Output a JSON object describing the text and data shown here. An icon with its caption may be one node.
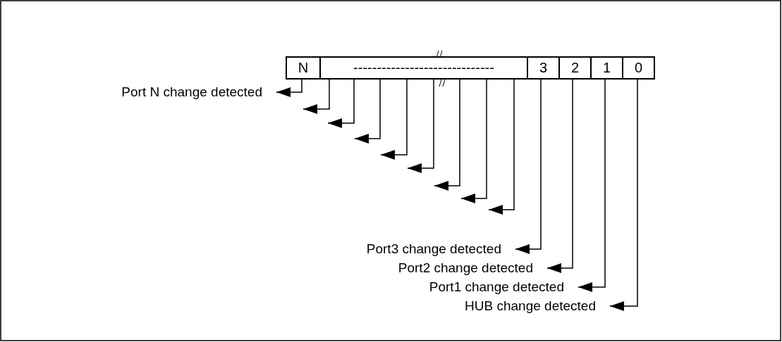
{
  "diagram": {
    "nodes": [
      {
        "text": [
          "N"
        ]
      },
      {
        "text": [
          "------------------------------"
        ]
      },
      {
        "text": [
          "3"
        ]
      },
      {
        "text": [
          "2"
        ]
      },
      {
        "text": [
          "1"
        ]
      },
      {
        "text": [
          "0"
        ]
      },
      {
        "text": [
          "Port N change detected"
        ]
      },
      {
        "text": [
          "Port3 change detected"
        ]
      },
      {
        "text": [
          "Port2 change detected"
        ]
      },
      {
        "text": [
          "Port1 change detected"
        ]
      },
      {
        "text": [
          "HUB change detected"
        ]
      }
    ],
    "edges": [
      {
        "from": 0,
        "to": 6,
        "arrow": "to"
      },
      {
        "from": 1,
        "to": null,
        "arrow": "to"
      },
      {
        "from": 1,
        "to": null,
        "arrow": "to"
      },
      {
        "from": 1,
        "to": null,
        "arrow": "to"
      },
      {
        "from": 1,
        "to": null,
        "arrow": "to"
      },
      {
        "from": 1,
        "to": null,
        "arrow": "to"
      },
      {
        "from": 1,
        "to": null,
        "arrow": "to"
      },
      {
        "from": 1,
        "to": null,
        "arrow": "to"
      },
      {
        "from": 1,
        "to": null,
        "arrow": "to"
      },
      {
        "from": 2,
        "to": 7,
        "arrow": "to"
      },
      {
        "from": 3,
        "to": 8,
        "arrow": "to"
      },
      {
        "from": 4,
        "to": 9,
        "arrow": "to"
      },
      {
        "from": 5,
        "to": 10,
        "arrow": "to"
      }
    ]
  }
}
